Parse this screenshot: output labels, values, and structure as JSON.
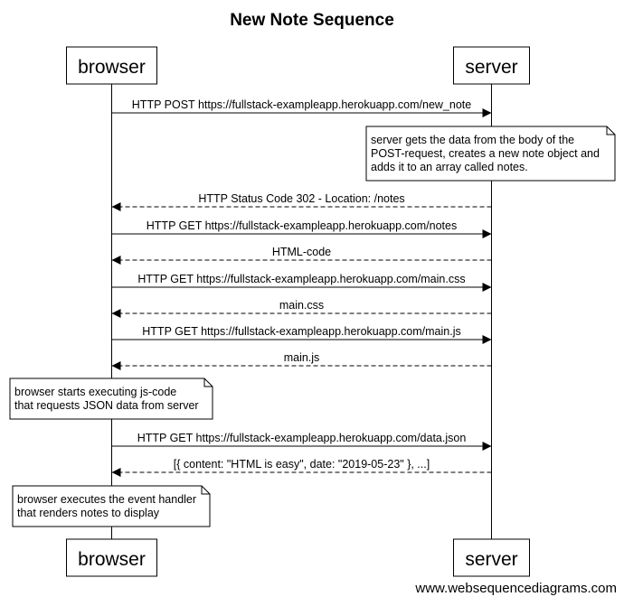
{
  "diagram": {
    "title": "New Note Sequence",
    "footer": "www.websequencediagrams.com",
    "participants": [
      {
        "id": "browser",
        "label": "browser"
      },
      {
        "id": "server",
        "label": "server"
      }
    ],
    "steps": [
      {
        "kind": "message",
        "from": "browser",
        "to": "server",
        "label": "HTTP POST https://fullstack-exampleapp.herokuapp.com/new_note",
        "style": "solid"
      },
      {
        "kind": "note",
        "over": "server",
        "lines": [
          "server gets the data from the body of the",
          "POST-request, creates a new note object and",
          "adds it to an array called notes."
        ]
      },
      {
        "kind": "message",
        "from": "server",
        "to": "browser",
        "label": "HTTP Status Code 302 - Location: /notes",
        "style": "dashed"
      },
      {
        "kind": "message",
        "from": "browser",
        "to": "server",
        "label": "HTTP GET https://fullstack-exampleapp.herokuapp.com/notes",
        "style": "solid"
      },
      {
        "kind": "message",
        "from": "server",
        "to": "browser",
        "label": "HTML-code",
        "style": "dashed"
      },
      {
        "kind": "message",
        "from": "browser",
        "to": "server",
        "label": "HTTP GET https://fullstack-exampleapp.herokuapp.com/main.css",
        "style": "solid"
      },
      {
        "kind": "message",
        "from": "server",
        "to": "browser",
        "label": "main.css",
        "style": "dashed"
      },
      {
        "kind": "message",
        "from": "browser",
        "to": "server",
        "label": "HTTP GET https://fullstack-exampleapp.herokuapp.com/main.js",
        "style": "solid"
      },
      {
        "kind": "message",
        "from": "server",
        "to": "browser",
        "label": "main.js",
        "style": "dashed"
      },
      {
        "kind": "note",
        "over": "browser",
        "lines": [
          "browser starts executing js-code",
          "that requests JSON data from server"
        ]
      },
      {
        "kind": "message",
        "from": "browser",
        "to": "server",
        "label": "HTTP GET https://fullstack-exampleapp.herokuapp.com/data.json",
        "style": "solid"
      },
      {
        "kind": "message",
        "from": "server",
        "to": "browser",
        "label": "[{ content: \"HTML is easy\", date: \"2019-05-23\" }, ...]",
        "style": "dashed"
      },
      {
        "kind": "note",
        "over": "browser",
        "lines": [
          "browser executes the event handler",
          "that renders notes to display"
        ]
      }
    ]
  }
}
